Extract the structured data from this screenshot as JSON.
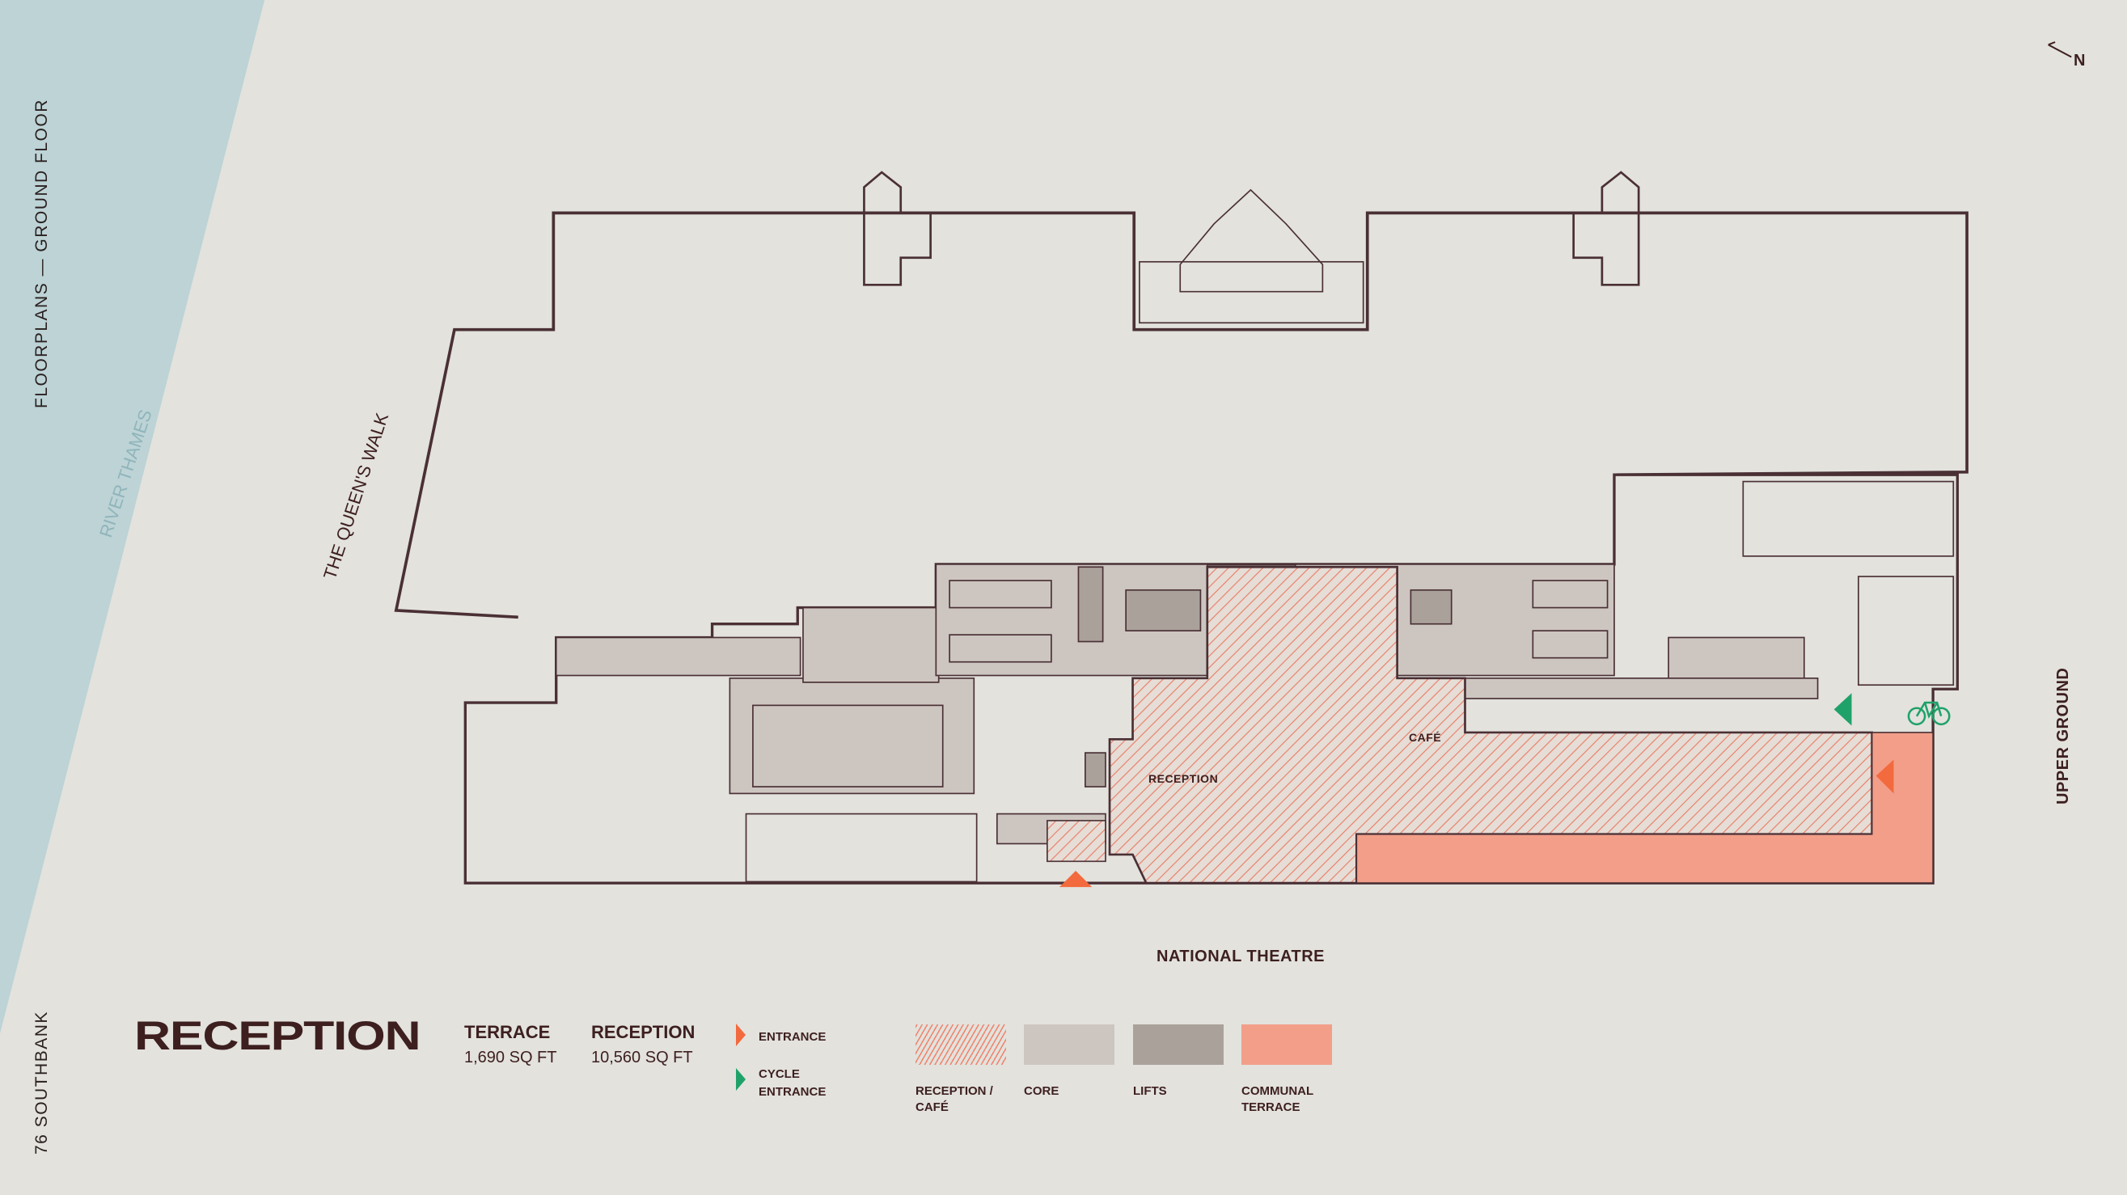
{
  "side_labels": {
    "floorplans": "FLOORPLANS — GROUND FLOOR",
    "address": "76 SOUTHBANK"
  },
  "map": {
    "river": "RIVER THAMES",
    "walk": "THE QUEEN'S WALK",
    "theatre": "NATIONAL THEATRE",
    "upper_ground": "UPPER GROUND",
    "north": "N",
    "reception": "RECEPTION",
    "cafe": "CAFÉ"
  },
  "legend": {
    "title": "RECEPTION",
    "areas": [
      {
        "name": "TERRACE",
        "value": "1,690 SQ FT"
      },
      {
        "name": "RECEPTION",
        "value": "10,560 SQ FT"
      }
    ],
    "markers": [
      {
        "label": "ENTRANCE",
        "color": "#f26a3d"
      },
      {
        "label_line1": "CYCLE",
        "label_line2": "ENTRANCE",
        "color": "#1fa26a"
      }
    ],
    "swatches": [
      {
        "label_line1": "RECEPTION /",
        "label_line2": "CAFÉ",
        "color": "#f0836b"
      },
      {
        "label_line1": "CORE",
        "label_line2": "",
        "color": "#cdc6c0"
      },
      {
        "label_line1": "LIFTS",
        "label_line2": "",
        "color": "#aaa19b"
      },
      {
        "label_line1": "COMMUNAL",
        "label_line2": "TERRACE",
        "color": "#f29e89"
      }
    ]
  },
  "colors": {
    "background": "#e3e2dd",
    "river": "#bdd3d6",
    "outline": "#4a3035",
    "terrace": "#f29e89",
    "entrance": "#f26a3d",
    "cycle": "#1fa26a"
  }
}
